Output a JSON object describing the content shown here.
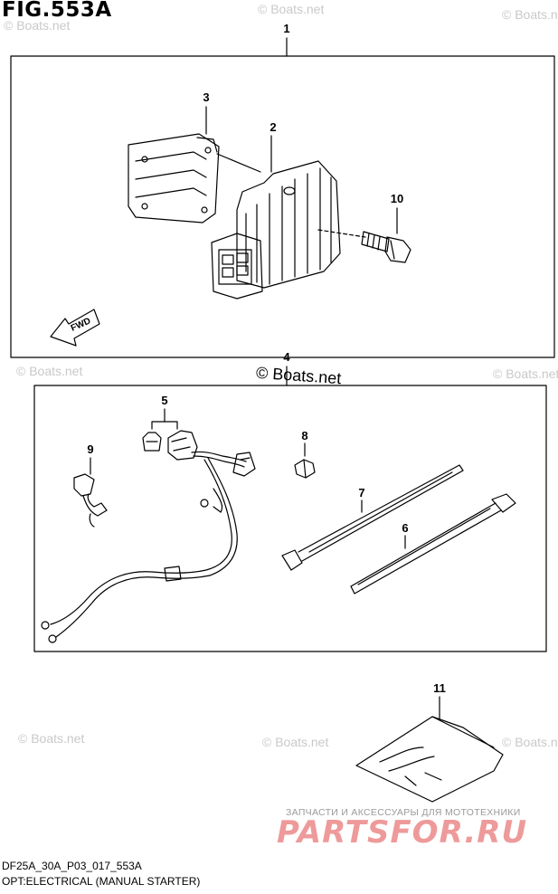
{
  "figure": {
    "title": "FIG.553A",
    "code": "DF25A_30A_P03_017_553A",
    "description": "OPT:ELECTRICAL (MANUAL STARTER)",
    "fwd_label": "FWD"
  },
  "callouts": {
    "p1": "1",
    "p2": "2",
    "p3": "3",
    "p4": "4",
    "p5": "5",
    "p6": "6",
    "p7": "7",
    "p8": "8",
    "p9": "9",
    "p10": "10",
    "p11": "11"
  },
  "watermark": {
    "text": "© Boats.net",
    "center_text": "© Boats.net"
  },
  "branding": {
    "tagline": "ЗАПЧАСТИ И АКСЕССУАРЫ ДЛЯ МОТОТЕХНИКИ",
    "logo": "PARTSFOR.RU"
  },
  "colors": {
    "line": "#000000",
    "watermark": "#c9c9c9",
    "logo": "#ee9a9a"
  }
}
